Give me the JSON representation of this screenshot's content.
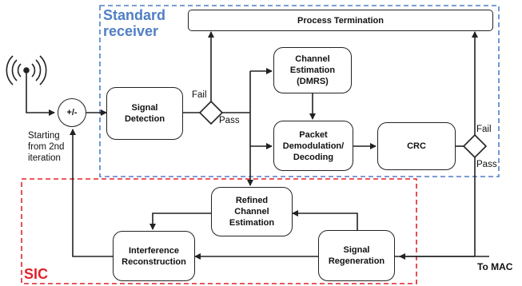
{
  "regions": {
    "standard_receiver": "Standard\nreceiver",
    "sic": "SIC"
  },
  "blocks": {
    "process_termination": "Process Termination",
    "signal_detection": "Signal\nDetection",
    "channel_estimation": "Channel\nEstimation\n(DMRS)",
    "packet_demod": "Packet\nDemodulation/\nDecoding",
    "crc": "CRC",
    "refined_channel_estimation": "Refined\nChannel\nEstimation",
    "interference_reconstruction": "Interference\nReconstruction",
    "signal_regeneration": "Signal\nRegeneration"
  },
  "labels": {
    "sum_node": "+/-",
    "fail_1": "Fail",
    "pass_1": "Pass",
    "fail_2": "Fail",
    "pass_2": "Pass",
    "starting_note": "Starting\nfrom 2nd\niteration",
    "to_mac": "To MAC"
  },
  "colors": {
    "standard_receiver_border": "#4f7fc4",
    "sic_border": "#e0222a",
    "line": "#222222"
  },
  "icons": {
    "antenna": "antenna-icon"
  }
}
